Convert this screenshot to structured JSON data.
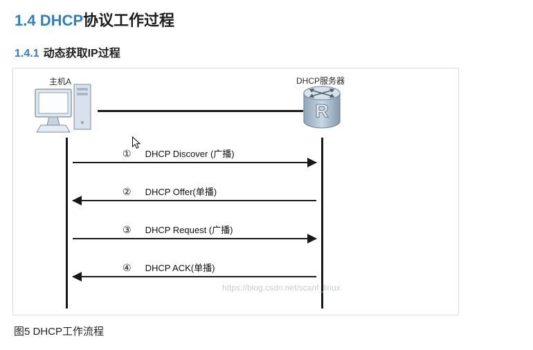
{
  "article": {
    "h1": {
      "number": "1.4 DHCP",
      "title": "协议工作过程"
    },
    "h2": {
      "number": "1.4.1",
      "title": "动态获取IP过程"
    },
    "figure_caption": "图5 DHCP工作流程"
  },
  "diagram": {
    "host_label": "主机A",
    "server_label": "DHCP服务器",
    "router_letter": "R",
    "watermark": "https://blog.csdn.net/scanf_linux",
    "messages": [
      {
        "num": "①",
        "label": "DHCP Discover (广播)",
        "direction": "right"
      },
      {
        "num": "②",
        "label": "DHCP Offer(单播)",
        "direction": "left"
      },
      {
        "num": "③",
        "label": "DHCP Request (广播)",
        "direction": "right"
      },
      {
        "num": "④",
        "label": "DHCP ACK(单播)",
        "direction": "left"
      }
    ]
  },
  "colors": {
    "heading_blue": "#2f7ec2",
    "diagram_line": "#17181a",
    "watermark_gray": "#c6ccd2",
    "panel_border": "#d8dce1"
  }
}
